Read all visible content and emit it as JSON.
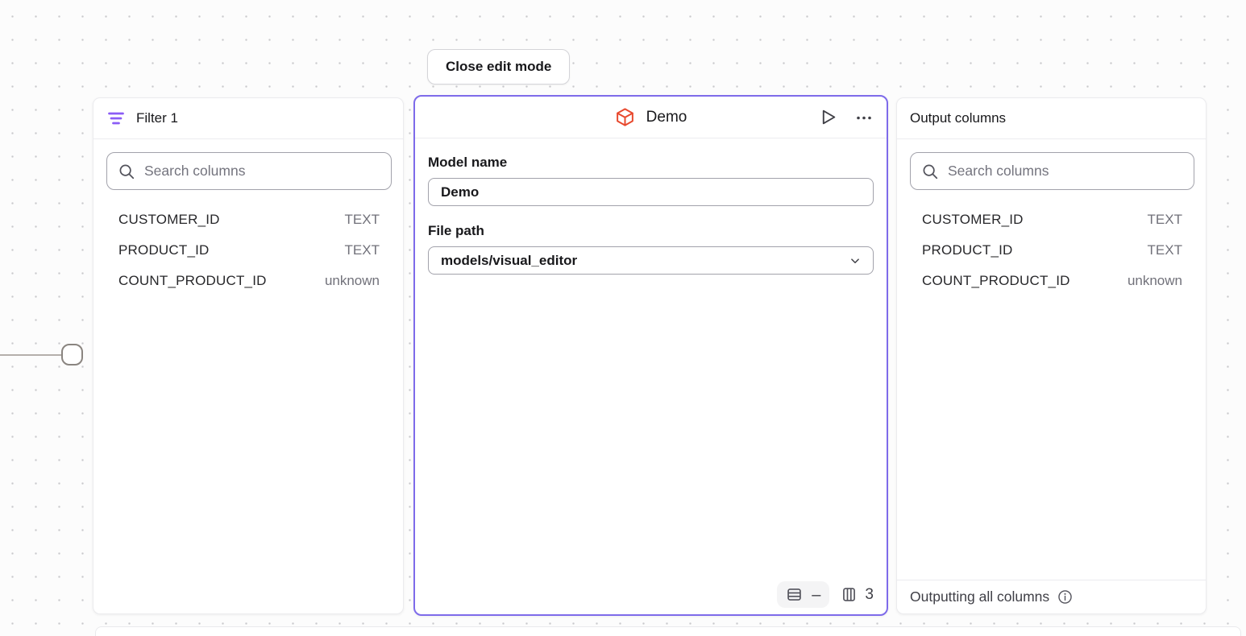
{
  "toolbar": {
    "close_edit_mode_label": "Close edit mode"
  },
  "filter_panel": {
    "title": "Filter 1",
    "search_placeholder": "Search columns",
    "columns": [
      {
        "name": "CUSTOMER_ID",
        "type": "TEXT"
      },
      {
        "name": "PRODUCT_ID",
        "type": "TEXT"
      },
      {
        "name": "COUNT_PRODUCT_ID",
        "type": "unknown"
      }
    ]
  },
  "model_panel": {
    "title": "Demo",
    "model_name_label": "Model name",
    "model_name_value": "Demo",
    "file_path_label": "File path",
    "file_path_value": "models/visual_editor",
    "row_count_placeholder": "–",
    "column_count": "3"
  },
  "output_panel": {
    "title": "Output columns",
    "search_placeholder": "Search columns",
    "columns": [
      {
        "name": "CUSTOMER_ID",
        "type": "TEXT"
      },
      {
        "name": "PRODUCT_ID",
        "type": "TEXT"
      },
      {
        "name": "COUNT_PRODUCT_ID",
        "type": "unknown"
      }
    ],
    "footer_text": "Outputting all columns"
  },
  "colors": {
    "selected_node_border": "#7e6bea",
    "filter_icon_purple": "#8b5cf6",
    "model_icon_orange": "#e8492e",
    "text_primary": "#27272a",
    "text_secondary": "#71717a",
    "canvas_dot": "#c9c9cc"
  }
}
